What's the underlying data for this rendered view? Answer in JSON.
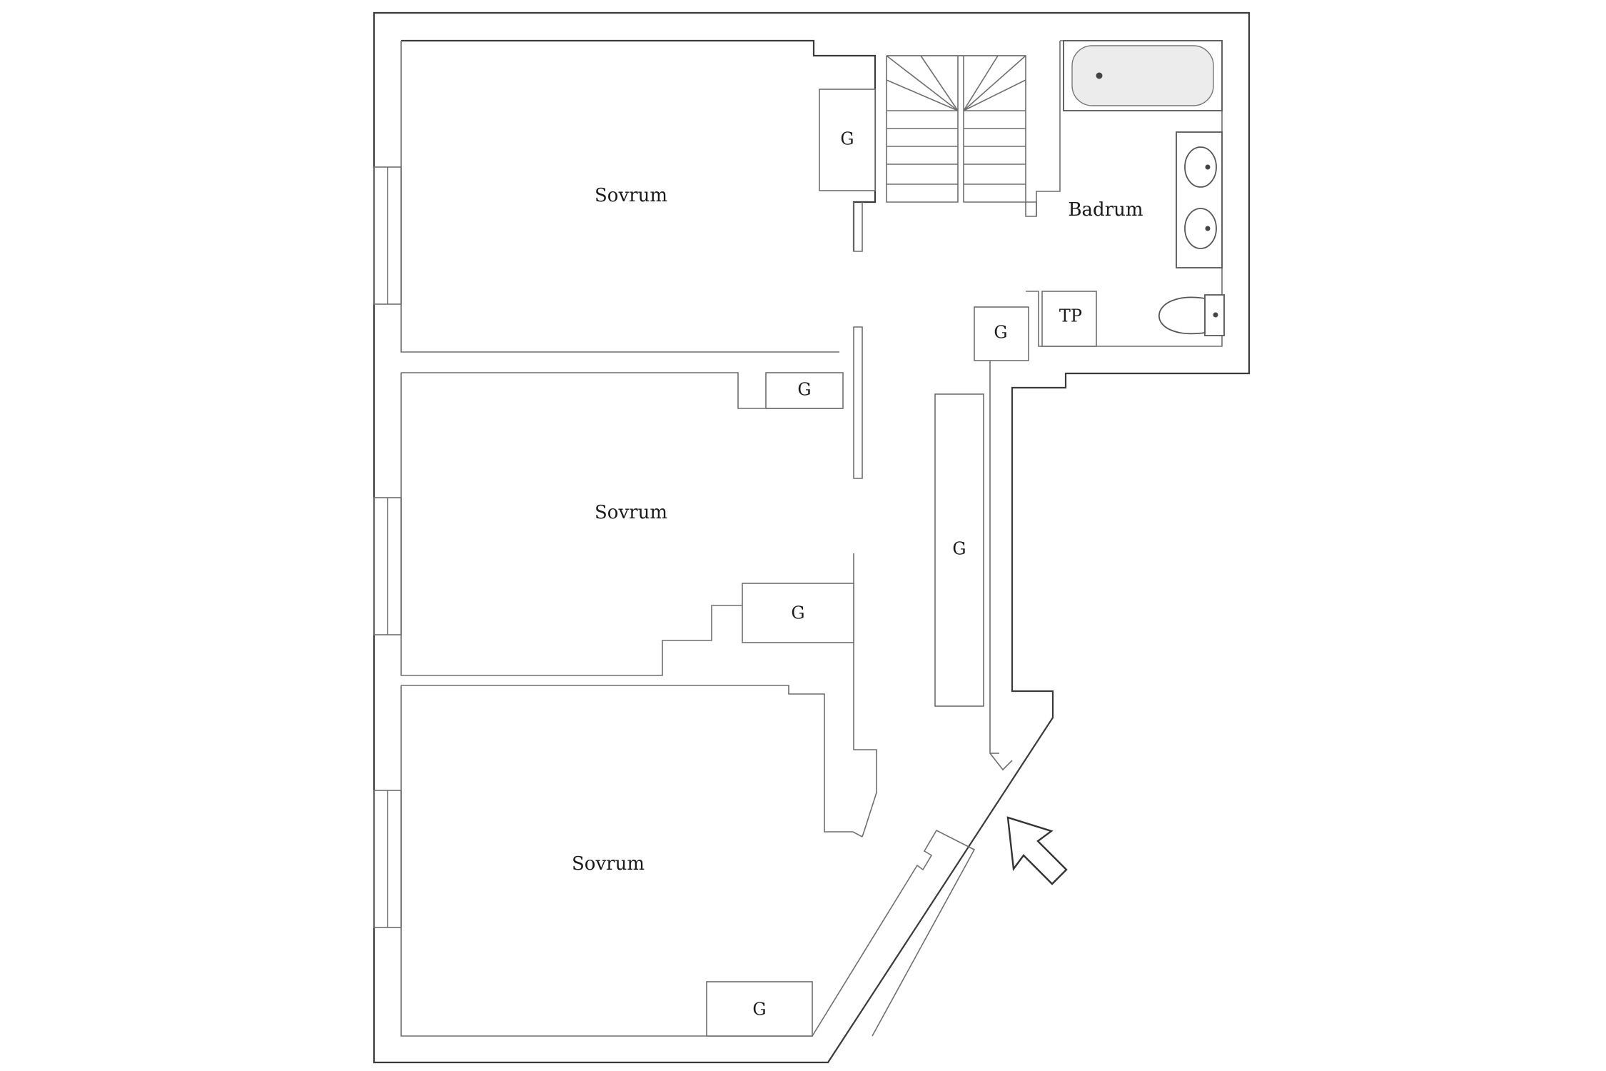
{
  "floorplan": {
    "rooms": {
      "bedroom_top": "Sovrum",
      "bedroom_middle": "Sovrum",
      "bedroom_bottom": "Sovrum",
      "bathroom": "Badrum"
    },
    "closets": {
      "closet_1": "G",
      "closet_2": "G",
      "closet_3": "G",
      "closet_4": "G",
      "closet_5": "G",
      "closet_6": "G"
    },
    "laundry": "TP"
  }
}
